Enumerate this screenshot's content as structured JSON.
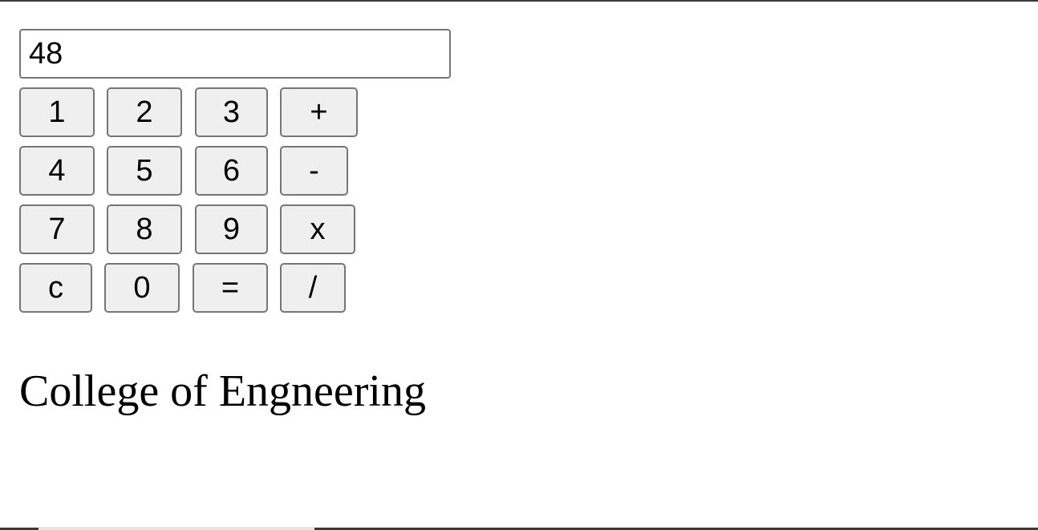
{
  "calculator": {
    "display_value": "48",
    "keys": {
      "k1": "1",
      "k2": "2",
      "k3": "3",
      "plus": "+",
      "k4": "4",
      "k5": "5",
      "k6": "6",
      "minus": "-",
      "k7": "7",
      "k8": "8",
      "k9": "9",
      "multiply": "x",
      "clear": "c",
      "k0": "0",
      "equals": "=",
      "divide": "/"
    }
  },
  "footer": {
    "title": "College of Engneering"
  }
}
